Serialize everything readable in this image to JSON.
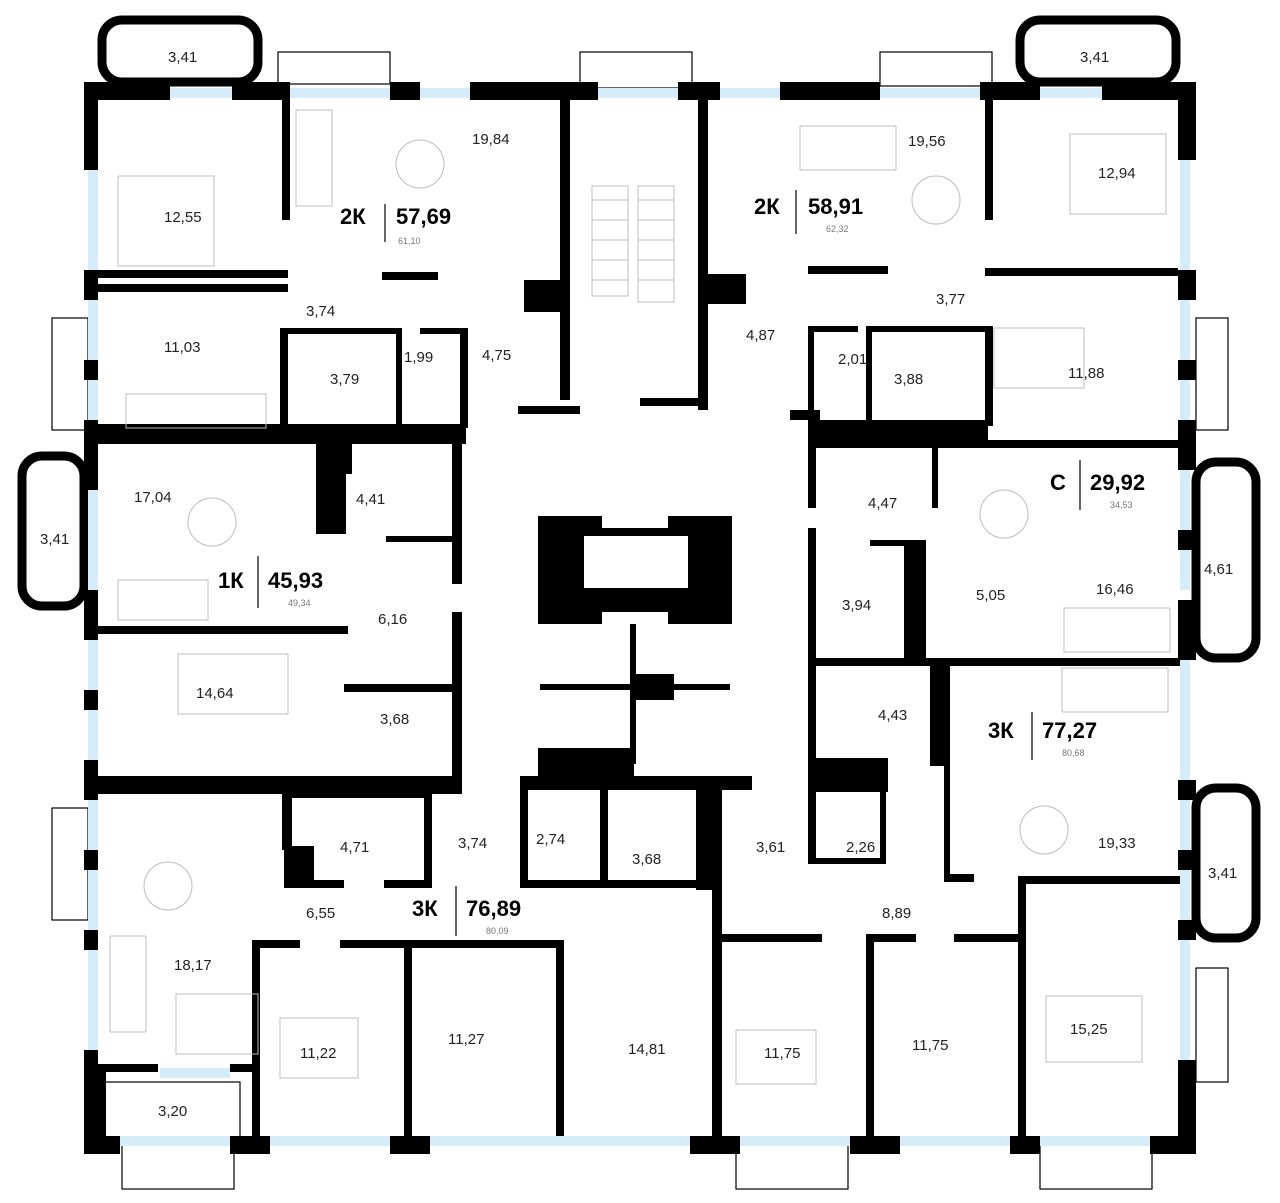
{
  "apartments": [
    {
      "type": "2К",
      "area": "57,69",
      "total": "61,10"
    },
    {
      "type": "2К",
      "area": "58,91",
      "total": "62,32"
    },
    {
      "type": "С",
      "area": "29,92",
      "total": "34,53"
    },
    {
      "type": "1К",
      "area": "45,93",
      "total": "49,34"
    },
    {
      "type": "3К",
      "area": "77,27",
      "total": "80,68"
    },
    {
      "type": "3К",
      "area": "76,89",
      "total": "80,09"
    }
  ],
  "rooms": [
    "3,41",
    "3,41",
    "19,84",
    "19,56",
    "12,55",
    "12,94",
    "3,74",
    "3,77",
    "11,03",
    "3,79",
    "1,99",
    "4,75",
    "4,87",
    "2,01",
    "3,88",
    "11,88",
    "17,04",
    "4,41",
    "4,47",
    "3,41",
    "4,61",
    "5,05",
    "16,46",
    "6,16",
    "3,94",
    "14,64",
    "3,68",
    "4,43",
    "4,71",
    "3,74",
    "2,74",
    "3,68",
    "3,61",
    "2,26",
    "19,33",
    "3,41",
    "6,55",
    "8,89",
    "18,17",
    "11,22",
    "11,27",
    "14,81",
    "11,75",
    "11,75",
    "15,25",
    "3,20"
  ],
  "colors": {
    "wall": "#000000",
    "window": "#d6ecf8",
    "elevator": "#555555"
  }
}
